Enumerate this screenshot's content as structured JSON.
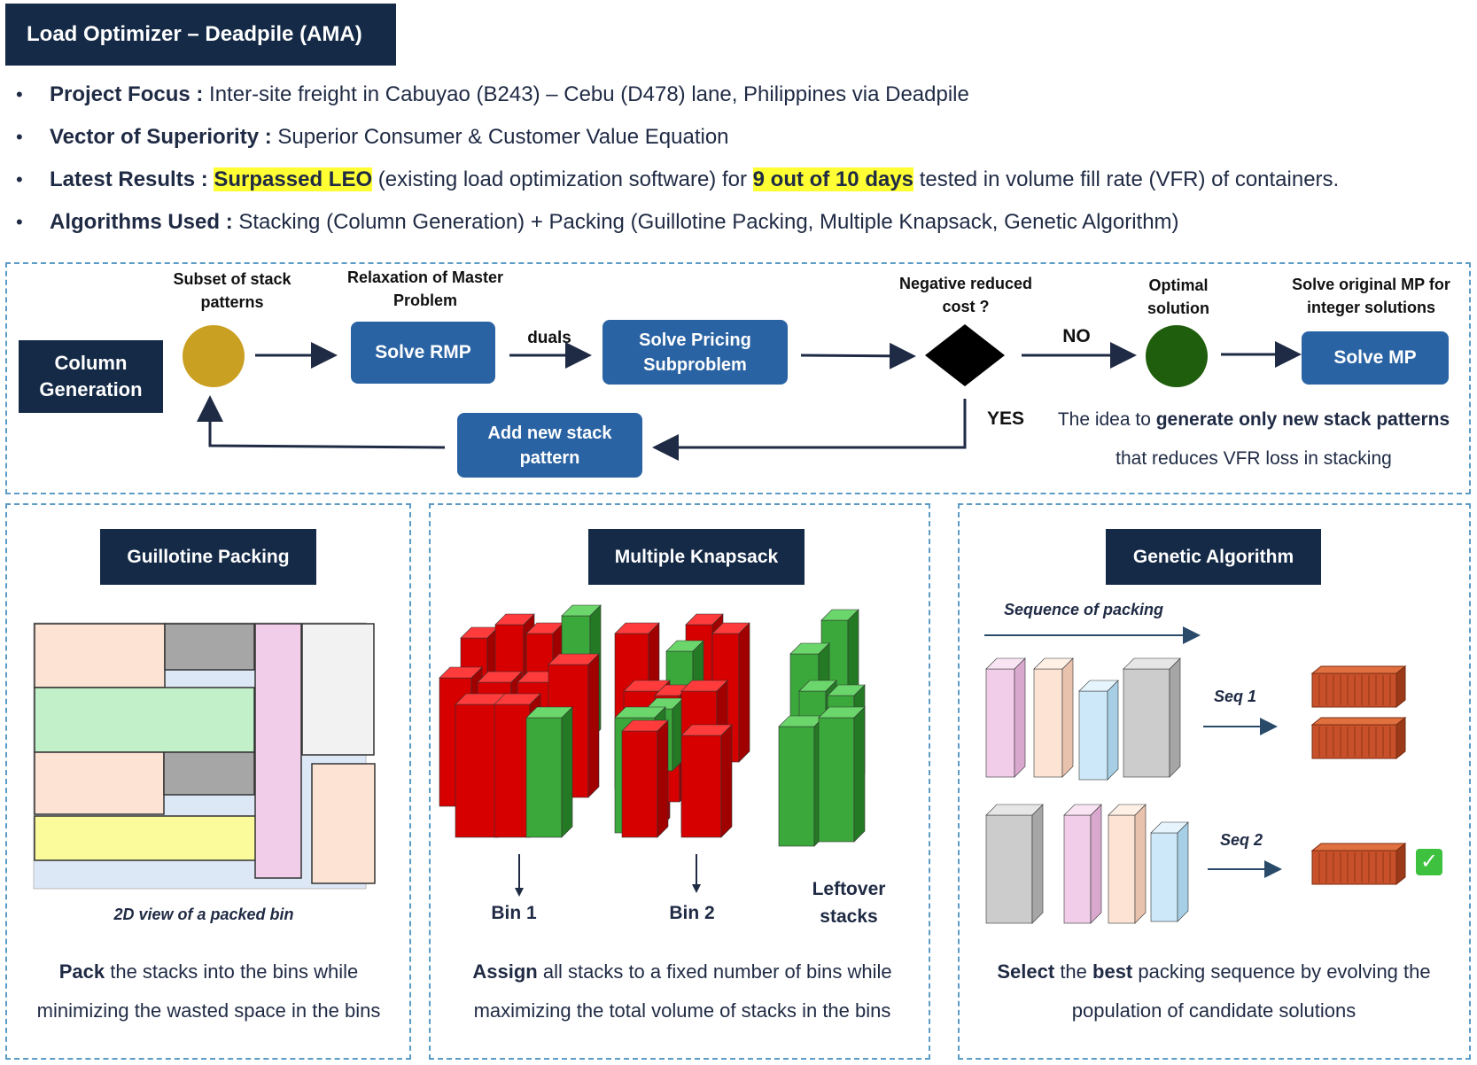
{
  "header": {
    "title": "Load Optimizer – Deadpile (AMA)"
  },
  "bullets": [
    {
      "label": "Project Focus :",
      "text": " Inter-site freight in Cabuyao (B243) – Cebu (D478) lane, Philippines via Deadpile"
    },
    {
      "label": "Vector of Superiority :",
      "text": " Superior Consumer & Customer Value Equation"
    },
    {
      "label": "Latest Results :",
      "hl1": "Surpassed LEO",
      "mid": " (existing load optimization software) for ",
      "hl2": "9 out of 10 days",
      "tail": "  tested in volume fill rate (VFR) of containers."
    },
    {
      "label": "Algorithms Used :",
      "text": " Stacking (Column Generation) + Packing (Guillotine Packing, Multiple Knapsack, Genetic Algorithm)"
    }
  ],
  "flow": {
    "column_generation": "Column Generation",
    "subset_label": "Subset of stack patterns",
    "relaxation_label": "Relaxation of Master Problem",
    "solve_rmp": "Solve RMP",
    "duals": "duals",
    "solve_pricing": "Solve Pricing Subproblem",
    "negative_label": "Negative reduced cost ?",
    "no": "NO",
    "yes": "YES",
    "optimal_label": "Optimal solution",
    "solve_original_label": "Solve original MP for integer solutions",
    "solve_mp": "Solve MP",
    "add_new": "Add new stack pattern",
    "idea_pre": "The idea to ",
    "idea_bold": "generate only new stack patterns",
    "idea_post": " that reduces VFR loss in stacking",
    "colors": {
      "subset_circle": "#c9a021",
      "optimal_circle": "#1f5e0c",
      "diamond": "#000000"
    }
  },
  "guillotine": {
    "title": "Guillotine Packing",
    "view_caption": "2D view of a packed bin",
    "desc_bold": "Pack",
    "desc_rest": " the stacks into the bins while minimizing the wasted space in the bins"
  },
  "knapsack": {
    "title": "Multiple Knapsack",
    "bin1": "Bin 1",
    "bin2": "Bin 2",
    "leftover": "Leftover stacks",
    "desc_bold": "Assign",
    "desc_rest": " all stacks to a fixed number of bins while maximizing the total volume of stacks in the bins"
  },
  "genetic": {
    "title": "Genetic Algorithm",
    "sequence_label": "Sequence of packing",
    "seq1": "Seq 1",
    "seq2": "Seq 2",
    "desc_bold1": "Select",
    "desc_mid": " the ",
    "desc_bold2": "best",
    "desc_rest": " packing sequence by evolving the population of candidate solutions"
  }
}
